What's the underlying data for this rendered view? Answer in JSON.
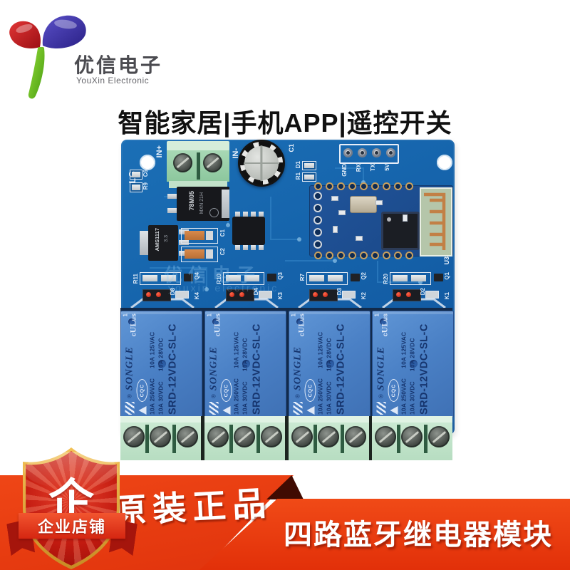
{
  "logo": {
    "brand_cn": "优信电子",
    "brand_en": "YouXin Electronic"
  },
  "headline": {
    "text": "智能家居|手机APP|遥控开关"
  },
  "pcb": {
    "corner_label": "LC",
    "power_terminal": {
      "plus": "IN+",
      "minus": "IN-"
    },
    "ecap_label": "C1",
    "header_pins": [
      "GND",
      "RX",
      "TX",
      "5V"
    ],
    "near_header_labels": [
      "D1",
      "R1"
    ],
    "module_label": "U3",
    "regulator1_line1": "78M05",
    "regulator1_line2": "MXN 21H",
    "regulator2_line1": "AMS1117",
    "regulator2_line2": "3.3",
    "tant_cap_labels": [
      "C1",
      "C2"
    ],
    "passive_labels": [
      "C6",
      "R9"
    ],
    "watermark_cn": "优信电子",
    "watermark_en": "youxin electronic",
    "driver_groups": [
      {
        "r": "R11",
        "q": "Q4",
        "d": "D8",
        "k": "K4"
      },
      {
        "r": "R10",
        "q": "Q3",
        "d": "D4",
        "k": "K3"
      },
      {
        "r": "R7",
        "q": "Q2",
        "d": "D3",
        "k": "K2"
      },
      {
        "r": "R20",
        "q": "Q1",
        "d": "D2",
        "k": "K1"
      }
    ],
    "relay": {
      "brand": "SONGLE",
      "reg_mark": "®",
      "ul_file": "1",
      "ul_c": "c",
      "ul_core": "UL",
      "ul_us": "us",
      "cert_oval": "CQC",
      "rating_250": "10A 250VAC",
      "rating_125": "10A 125VAC",
      "rating_30": "10A 30VDC",
      "rating_28": "10A 28VDC",
      "model": "SRD-12VDC-SL-C"
    }
  },
  "badge": {
    "shield_char": "企",
    "ribbon_text": "企业店铺"
  },
  "banner": {
    "left_text": "原装正品",
    "right_text": "四路蓝牙继电器模块"
  },
  "colors": {
    "banner_red": "#e8390e",
    "pcb_blue": "#1565ab",
    "relay_blue": "#4d84c6",
    "terminal_green": "#c6e6cf",
    "shield_red": "#c21a10",
    "gold": "#d9a43b"
  }
}
